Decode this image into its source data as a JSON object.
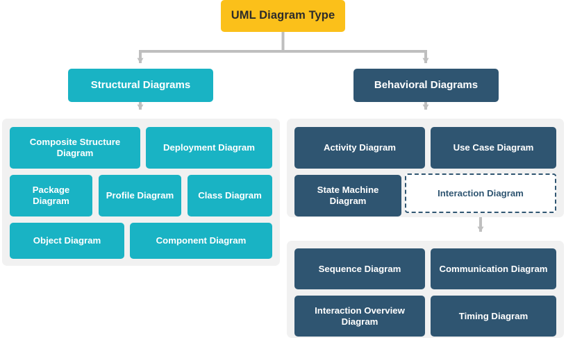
{
  "diagram": {
    "title": "UML Diagram Type",
    "type": "hierarchy-tree",
    "colors": {
      "root": "#FBC01A",
      "structural": "#19B3C4",
      "behavioral": "#2F5571",
      "panel": "#F1F1F1",
      "connector": "#BFBFBF",
      "root_text": "#2b2b2b",
      "node_text": "#ffffff"
    },
    "root": {
      "label": "UML Diagram Type"
    },
    "branches": [
      {
        "id": "structural",
        "label": "Structural Diagrams",
        "style": "teal",
        "children": [
          {
            "label": "Composite Structure Diagram"
          },
          {
            "label": "Deployment Diagram"
          },
          {
            "label": "Package Diagram"
          },
          {
            "label": "Profile Diagram"
          },
          {
            "label": "Class Diagram"
          },
          {
            "label": "Object Diagram"
          },
          {
            "label": "Component Diagram"
          }
        ]
      },
      {
        "id": "behavioral",
        "label": "Behavioral Diagrams",
        "style": "blue",
        "children": [
          {
            "label": "Activity Diagram"
          },
          {
            "label": "Use Case Diagram"
          },
          {
            "label": "State Machine Diagram"
          },
          {
            "label": "Interaction Diagram",
            "style": "dashed"
          }
        ],
        "sub_branch": {
          "parent": "Interaction Diagram",
          "children": [
            {
              "label": "Sequence Diagram"
            },
            {
              "label": "Communication Diagram"
            },
            {
              "label": "Interaction Overview Diagram"
            },
            {
              "label": "Timing Diagram"
            }
          ]
        }
      }
    ]
  }
}
